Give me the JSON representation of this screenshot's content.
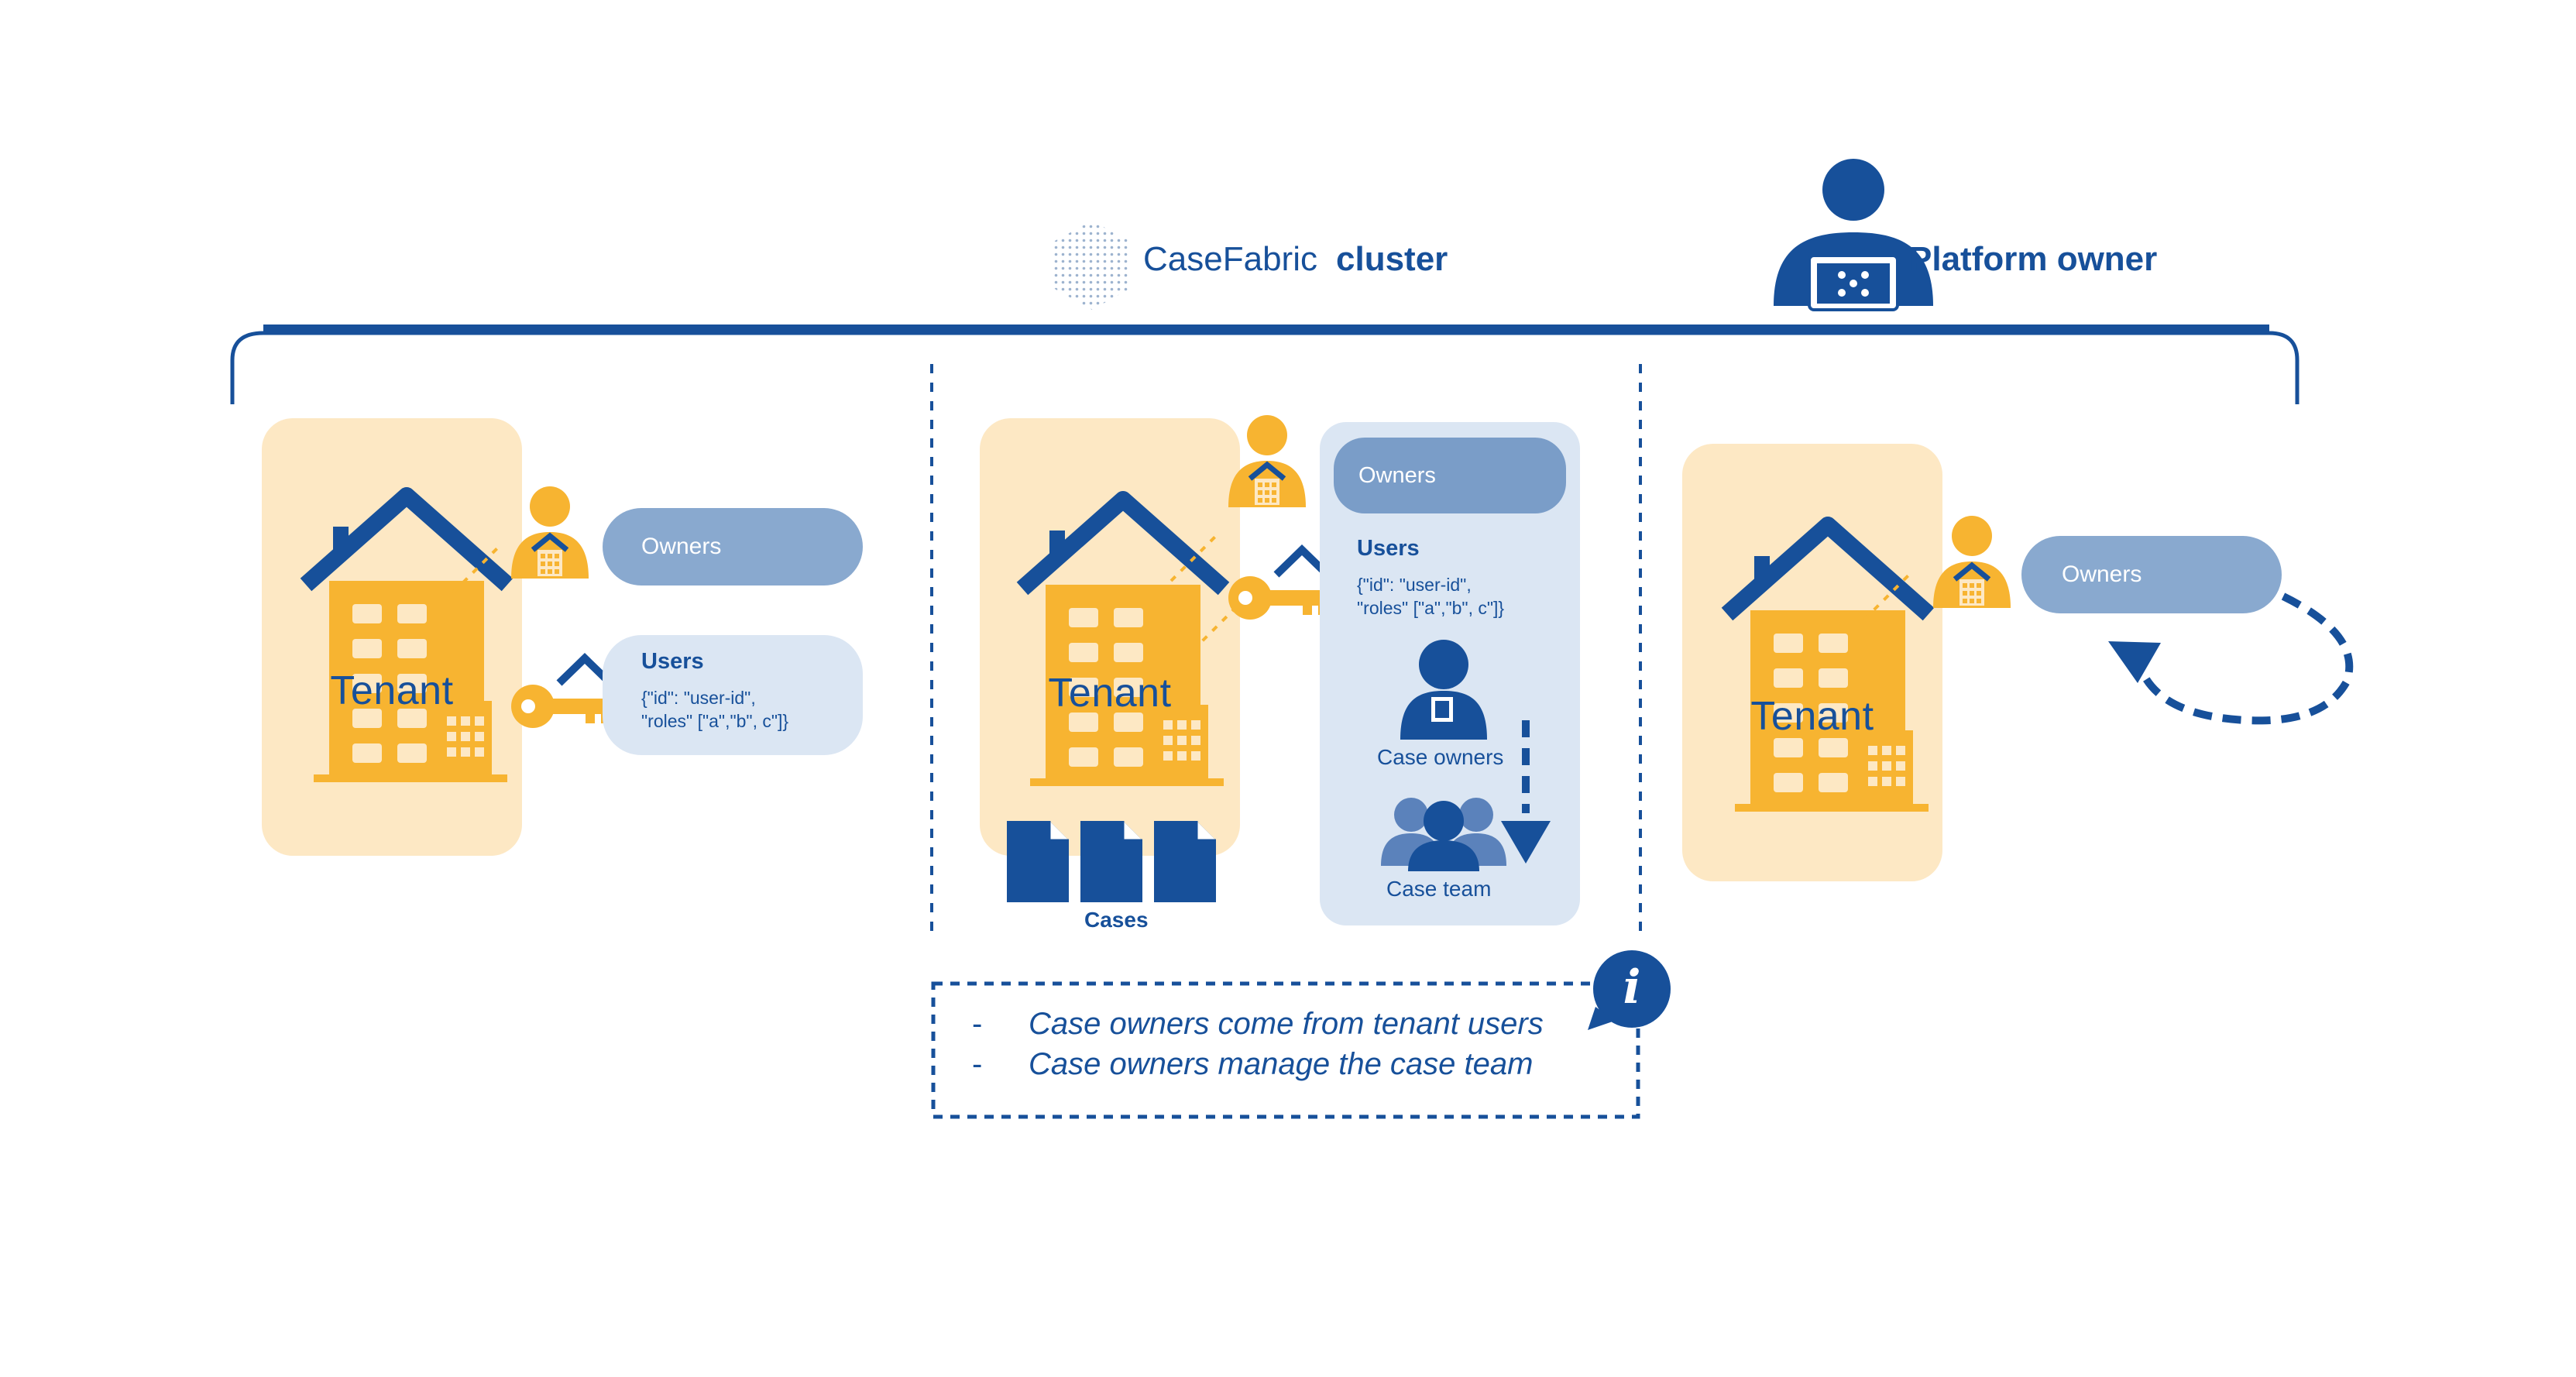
{
  "header": {
    "brand": "CaseFabric",
    "cluster": "cluster",
    "platform_owner": "Platform owner"
  },
  "left": {
    "tenant": "Tenant",
    "owners": "Owners",
    "users_title": "Users",
    "users_json_1": "{\"id\": \"user-id\",",
    "users_json_2": "\"roles\" [\"a\",\"b\", c\"]}"
  },
  "middle": {
    "tenant": "Tenant",
    "owners": "Owners",
    "users_title": "Users",
    "users_json_1": "{\"id\": \"user-id\",",
    "users_json_2": "\"roles\" [\"a\",\"b\", c\"]}",
    "case_owners": "Case owners",
    "case_team": "Case team",
    "cases": "Cases"
  },
  "right": {
    "tenant": "Tenant",
    "owners": "Owners"
  },
  "note": {
    "dash1": "-",
    "line1": "Case owners come from tenant users",
    "dash2": "-",
    "line2": "Case owners manage the case team",
    "info_glyph": "i"
  },
  "colors": {
    "brand_blue": "#17509a",
    "tenant_bg": "#fde8c4",
    "amber": "#f7b431",
    "owners_pill": "#89a9cf",
    "panel_bg": "#dbe6f3"
  }
}
